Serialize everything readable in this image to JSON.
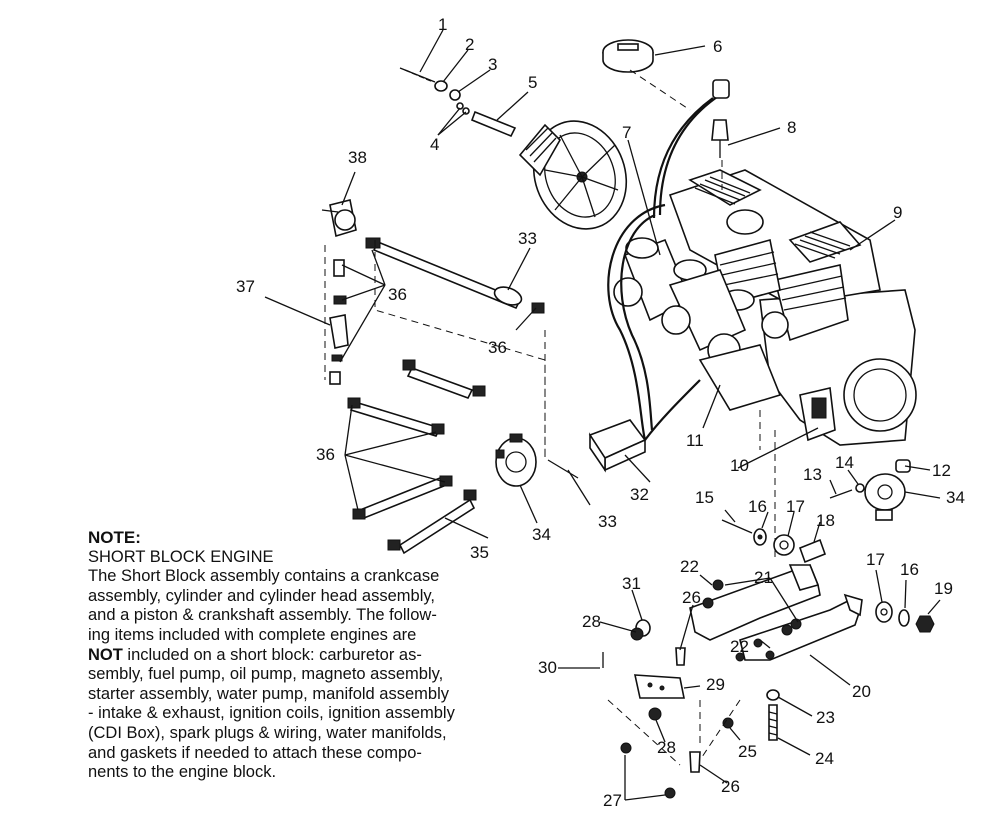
{
  "callouts": [
    "1",
    "2",
    "3",
    "4",
    "5",
    "6",
    "7",
    "8",
    "9",
    "10",
    "11",
    "12",
    "13",
    "14",
    "15",
    "16",
    "16",
    "17",
    "17",
    "18",
    "19",
    "20",
    "21",
    "22",
    "22",
    "23",
    "24",
    "25",
    "26",
    "26",
    "27",
    "28",
    "28",
    "29",
    "30",
    "31",
    "32",
    "33",
    "33",
    "34",
    "34",
    "35",
    "36",
    "36",
    "36",
    "37",
    "38"
  ],
  "note": {
    "heading": "NOTE:",
    "subheading": "SHORT BLOCK ENGINE",
    "lines": [
      "The Short Block assembly contains a crankcase",
      "assembly, cylinder and cylinder head assembly,",
      "and a piston & crankshaft assembly.  The follow-",
      "ing items included with complete engines are"
    ],
    "not_word": "NOT",
    "not_line_rest": " included on a short block:  carburetor as-",
    "lines_after": [
      "sembly, fuel pump, oil pump, magneto assembly,",
      "starter assembly, water pump, manifold assembly",
      "- intake & exhaust, ignition coils, ignition assembly",
      "(CDI Box), spark plugs & wiring, water manifolds,",
      "and gaskets if needed to attach these compo-",
      "nents to the engine block."
    ]
  }
}
